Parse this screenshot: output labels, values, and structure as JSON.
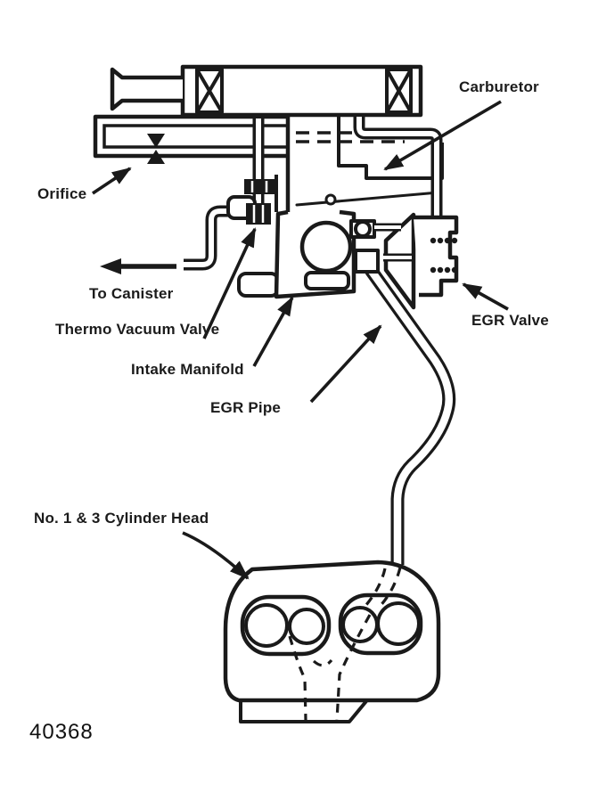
{
  "figure": {
    "figure_number": "40368",
    "background_color": "#ffffff",
    "ink_color": "#1a1a1a"
  },
  "labels": {
    "carburetor": "Carburetor",
    "orifice": "Orifice",
    "to_canister": "To Canister",
    "thermo_vacuum_valve": "Thermo Vacuum Valve",
    "intake_manifold": "Intake Manifold",
    "egr_pipe": "EGR Pipe",
    "egr_valve": "EGR Valve",
    "cylinder_head": "No. 1 & 3 Cylinder Head"
  }
}
